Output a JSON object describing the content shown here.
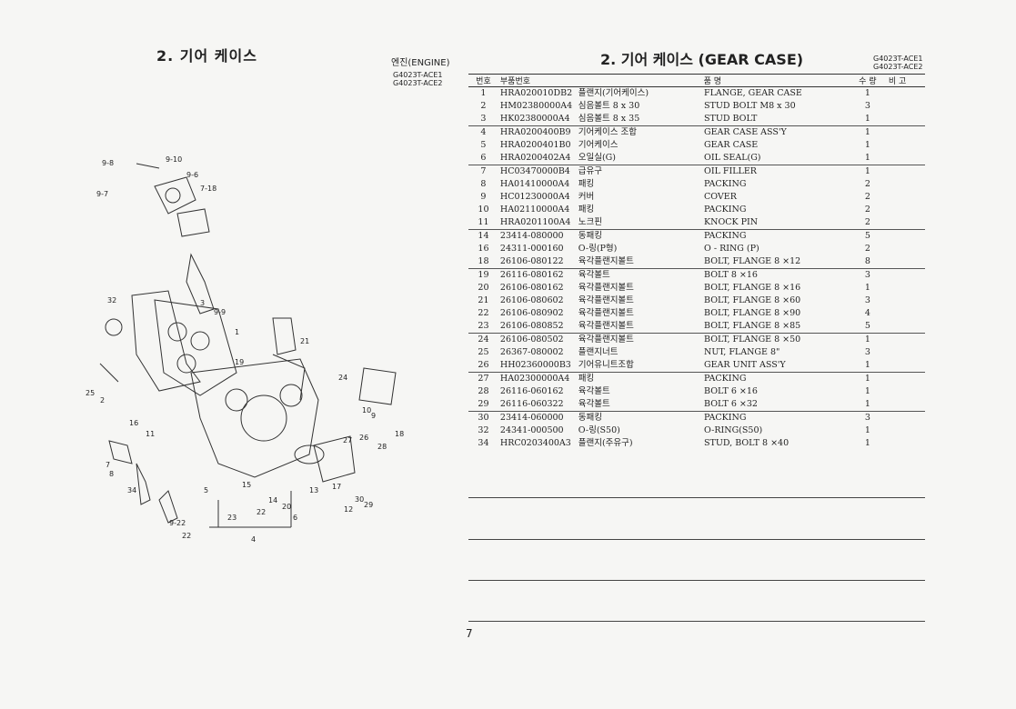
{
  "left_title": "2. 기어 케이스",
  "engine_label": "엔진(ENGINE)",
  "left_codes": [
    "G4023T-ACE1",
    "G4023T-ACE2"
  ],
  "right_title": "2. 기어 케이스 (GEAR CASE)",
  "right_codes": [
    "G4023T-ACE1",
    "G4023T-ACE2"
  ],
  "page_number": "7",
  "headers": {
    "no": "번호",
    "part_no": "부품번호",
    "name": "품            명",
    "qty": "수  량",
    "remark": "비  고"
  },
  "parts": [
    {
      "no": "1",
      "part_no": "HRA020010DB2",
      "ko": "플랜지(기어케이스)",
      "en": "FLANGE, GEAR CASE",
      "qty": "1"
    },
    {
      "no": "2",
      "part_no": "HM02380000A4",
      "ko": "심음볼트 8 x 30",
      "en": "STUD BOLT M8 x 30",
      "qty": "3"
    },
    {
      "no": "3",
      "part_no": "HK02380000A4",
      "ko": "심음볼트 8 x 35",
      "en": "STUD BOLT",
      "qty": "1"
    },
    {
      "no": "4",
      "part_no": "HRA0200400B9",
      "ko": "기어케이스 조합",
      "en": "GEAR CASE ASS'Y",
      "qty": "1"
    },
    {
      "no": "5",
      "part_no": "HRA0200401B0",
      "ko": "기어케이스",
      "en": "GEAR CASE",
      "qty": "1"
    },
    {
      "no": "6",
      "part_no": "HRA0200402A4",
      "ko": "오일실(G)",
      "en": "OIL SEAL(G)",
      "qty": "1"
    },
    {
      "no": "7",
      "part_no": "HC03470000B4",
      "ko": "급유구",
      "en": "OIL FILLER",
      "qty": "1"
    },
    {
      "no": "8",
      "part_no": "HA01410000A4",
      "ko": "패킹",
      "en": "PACKING",
      "qty": "2"
    },
    {
      "no": "9",
      "part_no": "HC01230000A4",
      "ko": "커버",
      "en": "COVER",
      "qty": "2"
    },
    {
      "no": "10",
      "part_no": "HA02110000A4",
      "ko": "패킹",
      "en": "PACKING",
      "qty": "2"
    },
    {
      "no": "11",
      "part_no": "HRA0201100A4",
      "ko": "노크핀",
      "en": "KNOCK PIN",
      "qty": "2"
    },
    {
      "no": "14",
      "part_no": "23414-080000",
      "ko": "동패킹",
      "en": "PACKING",
      "qty": "5"
    },
    {
      "no": "16",
      "part_no": "24311-000160",
      "ko": "O-링(P형)",
      "en": "O - RING (P)",
      "qty": "2"
    },
    {
      "no": "18",
      "part_no": "26106-080122",
      "ko": "육각플랜지볼트",
      "en": "BOLT, FLANGE 8 ×12",
      "qty": "8"
    },
    {
      "no": "19",
      "part_no": "26116-080162",
      "ko": "육각볼트",
      "en": "BOLT 8 ×16",
      "qty": "3"
    },
    {
      "no": "20",
      "part_no": "26106-080162",
      "ko": "육각플랜지볼트",
      "en": "BOLT, FLANGE 8 ×16",
      "qty": "1"
    },
    {
      "no": "21",
      "part_no": "26106-080602",
      "ko": "육각플랜지볼트",
      "en": "BOLT, FLANGE 8 ×60",
      "qty": "3"
    },
    {
      "no": "22",
      "part_no": "26106-080902",
      "ko": "육각플랜지볼트",
      "en": "BOLT, FLANGE 8 ×90",
      "qty": "4"
    },
    {
      "no": "23",
      "part_no": "26106-080852",
      "ko": "육각플랜지볼트",
      "en": "BOLT, FLANGE 8 ×85",
      "qty": "5"
    },
    {
      "no": "24",
      "part_no": "26106-080502",
      "ko": "육각플랜지볼트",
      "en": "BOLT, FLANGE 8 ×50",
      "qty": "1"
    },
    {
      "no": "25",
      "part_no": "26367-080002",
      "ko": "플랜지너트",
      "en": "NUT, FLANGE 8\"",
      "qty": "3"
    },
    {
      "no": "26",
      "part_no": "HH02360000B3",
      "ko": "기어유니트조합",
      "en": "GEAR UNIT ASS'Y",
      "qty": "1"
    },
    {
      "no": "27",
      "part_no": "HA02300000A4",
      "ko": "패킹",
      "en": "PACKING",
      "qty": "1"
    },
    {
      "no": "28",
      "part_no": "26116-060162",
      "ko": "육각볼트",
      "en": "BOLT 6 ×16",
      "qty": "1"
    },
    {
      "no": "29",
      "part_no": "26116-060322",
      "ko": "육각볼트",
      "en": "BOLT 6 ×32",
      "qty": "1"
    },
    {
      "no": "30",
      "part_no": "23414-060000",
      "ko": "동패킹",
      "en": "PACKING",
      "qty": "3"
    },
    {
      "no": "32",
      "part_no": "24341-000500",
      "ko": "O-링(S50)",
      "en": "O-RING(S50)",
      "qty": "1"
    },
    {
      "no": "34",
      "part_no": "HRC0203400A3",
      "ko": "플랜지(주유구)",
      "en": "STUD, BOLT 8 ×40",
      "qty": "1"
    }
  ],
  "separators_after": [
    3,
    6,
    11,
    14,
    19,
    22,
    25,
    29
  ],
  "diagram_labels": [
    "9-8",
    "9-10",
    "9-6",
    "9-7",
    "7-18",
    "32",
    "3",
    "9-9",
    "1",
    "21",
    "19",
    "25",
    "2",
    "16",
    "11",
    "24",
    "10",
    "9",
    "18",
    "27",
    "26",
    "28",
    "7",
    "8",
    "34",
    "5",
    "15",
    "14",
    "20",
    "13",
    "17",
    "30",
    "29",
    "12",
    "23",
    "22",
    "6",
    "4",
    "9-22",
    "22"
  ]
}
